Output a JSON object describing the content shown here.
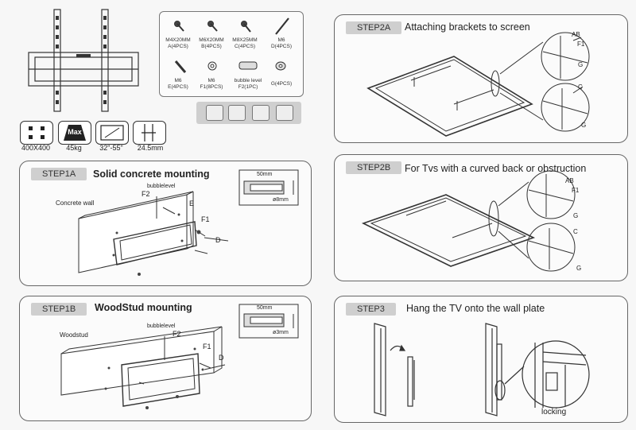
{
  "specs": {
    "vesa": "400X400",
    "max_label": "Max",
    "weight": "45kg",
    "size_range": "32\"-55\"",
    "depth": "24.5mm"
  },
  "hardware": [
    {
      "label": "M4X20MM\nA(4PCS)",
      "icon": "screw-icon"
    },
    {
      "label": "M6X20MM\nB(4PCS)",
      "icon": "screw-icon"
    },
    {
      "label": "M8X25MM\nC(4PCS)",
      "icon": "screw-icon"
    },
    {
      "label": "M6\nD(4PCS)",
      "icon": "long-bolt-icon"
    },
    {
      "label": "M6\nE(4PCS)",
      "icon": "anchor-icon"
    },
    {
      "label": "M6\nF1(8PCS)",
      "icon": "washer-icon"
    },
    {
      "label": "bubble level\nF2(1PC)",
      "icon": "bubble-level-icon"
    },
    {
      "label": "G(4PCS)",
      "icon": "spacer-icon"
    }
  ],
  "tools": [
    "drill-icon",
    "screwdriver-icon",
    "wrench-icon",
    "hand-tool-icon"
  ],
  "step1a": {
    "tag": "STEP1A",
    "title": "Solid concrete mounting",
    "wall_label": "Concrete wall",
    "level_label": "bubblelevel",
    "f2": "F2",
    "e": "E",
    "f1": "F1",
    "d": "D",
    "depth_label": "50mm",
    "diameter_label": "ø8mm"
  },
  "step1b": {
    "tag": "STEP1B",
    "title": "WoodStud mounting",
    "wall_label": "Woodstud",
    "level_label": "bubblelevel",
    "f2": "F2",
    "f1": "F1",
    "d": "D",
    "depth_label": "50mm",
    "diameter_label": "ø3mm"
  },
  "step2a": {
    "tag": "STEP2A",
    "title": "Attaching brackets to screen",
    "ab": "AB",
    "f1": "F1",
    "g1": "G",
    "c": "C",
    "g2": "G"
  },
  "step2b": {
    "tag": "STEP2B",
    "title": "For Tvs with a curved back or obstruction",
    "ab": "AB",
    "f1": "F1",
    "g1": "G",
    "c": "C",
    "g2": "G"
  },
  "step3": {
    "tag": "STEP3",
    "title": "Hang the TV onto the wall plate",
    "locking": "locking"
  }
}
